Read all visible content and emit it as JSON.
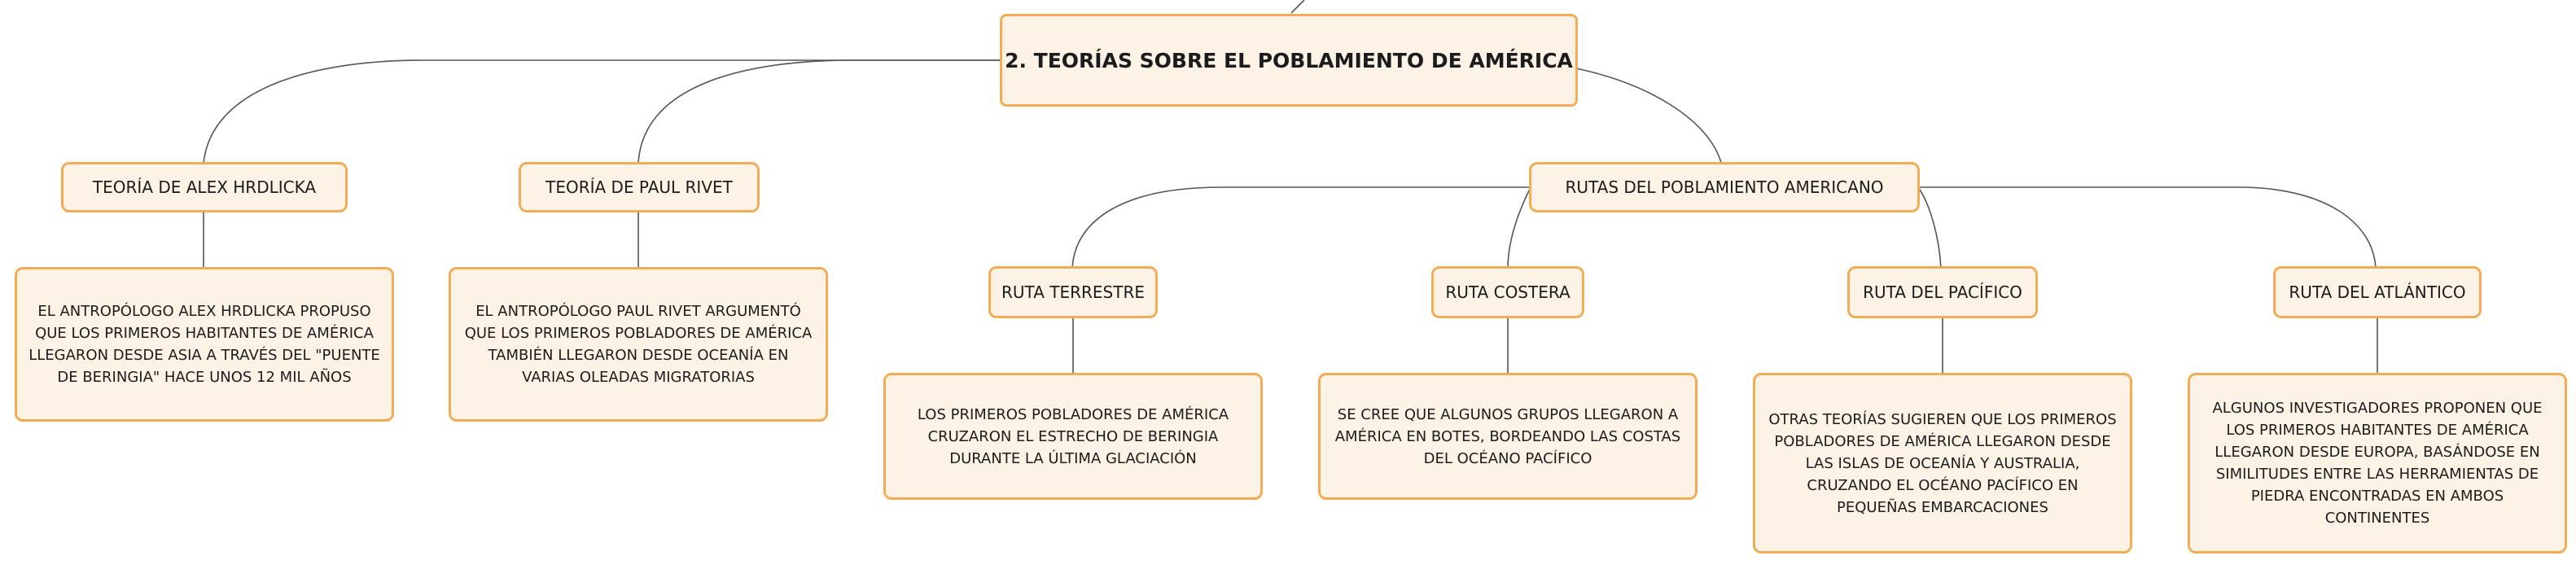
{
  "colors": {
    "node_fill": "#fdf2e6",
    "node_border": "#f2ac55",
    "connector": "#555555",
    "text": "#1c1c1c"
  },
  "root": {
    "title": "2. TEORÍAS SOBRE EL POBLAMIENTO DE AMÉRICA"
  },
  "hrdlicka": {
    "label": "TEORÍA DE ALEX HRDLICKA",
    "description": "EL ANTROPÓLOGO ALEX HRDLICKA PROPUSO QUE LOS PRIMEROS HABITANTES DE AMÉRICA LLEGARON DESDE ASIA A TRAVÉS DEL \"PUENTE DE BERINGIA\" HACE UNOS 12 MIL AÑOS"
  },
  "rivet": {
    "label": "TEORÍA DE PAUL RIVET",
    "description": "EL ANTROPÓLOGO PAUL RIVET ARGUMENTÓ QUE LOS PRIMEROS POBLADORES DE AMÉRICA TAMBIÉN LLEGARON DESDE OCEANÍA EN VARIAS OLEADAS MIGRATORIAS"
  },
  "routes": {
    "label": "RUTAS DEL POBLAMIENTO AMERICANO",
    "terrestre": {
      "label": "RUTA TERRESTRE",
      "description": "LOS PRIMEROS POBLADORES DE AMÉRICA CRUZARON EL ESTRECHO DE BERINGIA DURANTE LA ÚLTIMA GLACIACIÓN"
    },
    "costera": {
      "label": "RUTA COSTERA",
      "description": "SE CREE QUE ALGUNOS GRUPOS LLEGARON A AMÉRICA EN BOTES, BORDEANDO LAS COSTAS DEL OCÉANO PACÍFICO"
    },
    "pacifico": {
      "label": "RUTA DEL PACÍFICO",
      "description": "OTRAS TEORÍAS SUGIEREN QUE LOS PRIMEROS POBLADORES DE AMÉRICA LLEGARON DESDE LAS ISLAS DE OCEANÍA Y AUSTRALIA, CRUZANDO EL OCÉANO PACÍFICO EN PEQUEÑAS EMBARCACIONES"
    },
    "atlantico": {
      "label": "RUTA DEL ATLÁNTICO",
      "description": "ALGUNOS INVESTIGADORES PROPONEN QUE LOS PRIMEROS HABITANTES DE AMÉRICA LLEGARON DESDE EUROPA, BASÁNDOSE EN SIMILITUDES ENTRE LAS HERRAMIENTAS DE PIEDRA ENCONTRADAS EN AMBOS CONTINENTES"
    }
  }
}
